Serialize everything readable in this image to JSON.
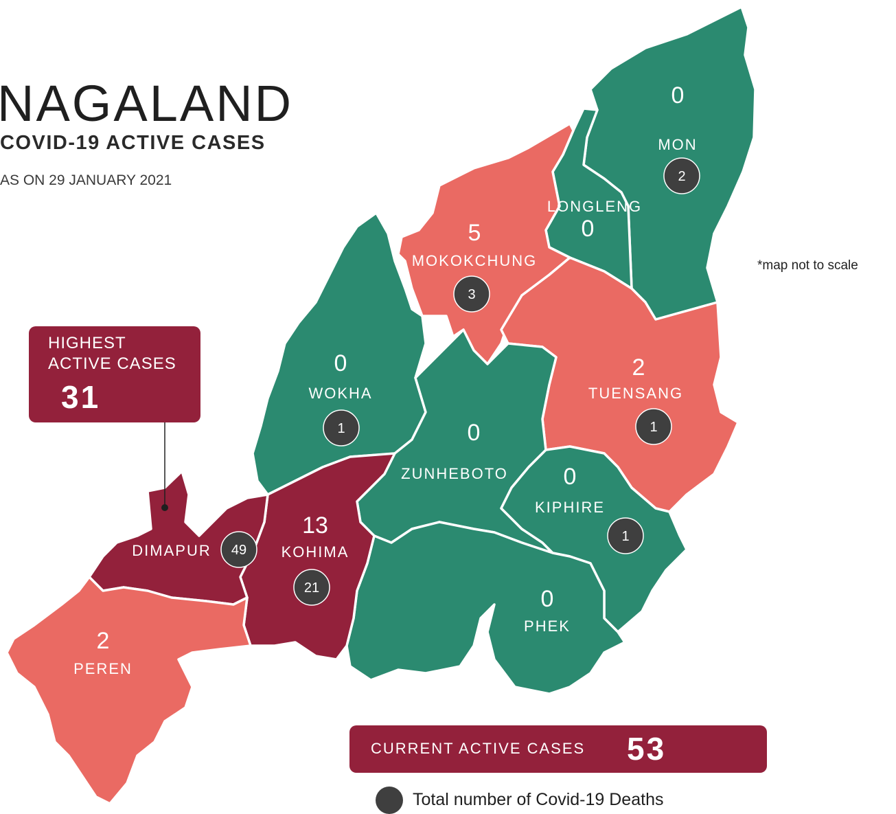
{
  "header": {
    "title": "NAGALAND",
    "subtitle": "COVID-19 ACTIVE CASES",
    "date": "AS ON 29 JANUARY 2021"
  },
  "note": "*map not to scale",
  "colors": {
    "green": "#2b8a70",
    "salmon": "#ea6a63",
    "maroon": "#93213b",
    "death_dot": "#3f3f3f"
  },
  "districts": [
    {
      "name": "MON",
      "active": "0",
      "deaths": "2"
    },
    {
      "name": "LONGLENG",
      "active": "0"
    },
    {
      "name": "MOKOKCHUNG",
      "active": "5",
      "deaths": "3"
    },
    {
      "name": "TUENSANG",
      "active": "2",
      "deaths": "1"
    },
    {
      "name": "WOKHA",
      "active": "0",
      "deaths": "1"
    },
    {
      "name": "ZUNHEBOTO",
      "active": "0"
    },
    {
      "name": "KIPHIRE",
      "active": "0",
      "deaths": "1"
    },
    {
      "name": "PHEK",
      "active": "0"
    },
    {
      "name": "KOHIMA",
      "active": "13",
      "deaths": "21"
    },
    {
      "name": "DIMAPUR",
      "deaths": "49"
    },
    {
      "name": "PEREN",
      "active": "2"
    }
  ],
  "highlight": {
    "label_line1": "HIGHEST",
    "label_line2": "ACTIVE CASES",
    "value": "31"
  },
  "total": {
    "label": "CURRENT ACTIVE CASES",
    "value": "53"
  },
  "legend": {
    "deaths_label": "Total number of Covid-19 Deaths"
  }
}
